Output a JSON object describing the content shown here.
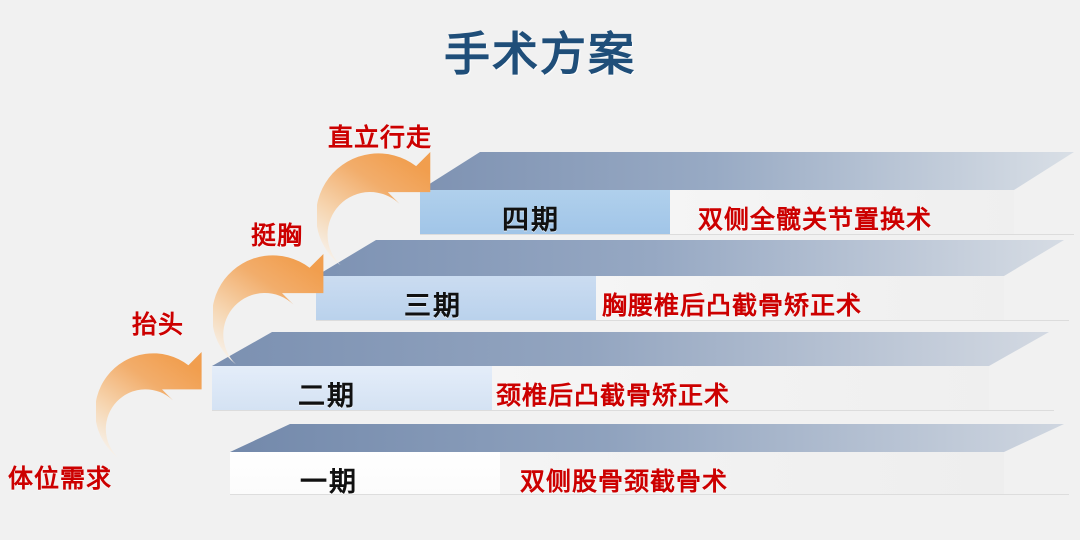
{
  "slide": {
    "title": "手术方案",
    "background_color": "#f1f1f1",
    "title_color": "#1f4e79",
    "accent_red": "#cc0000",
    "arrow_color": "#f0a55a"
  },
  "need_label": "体位需求",
  "steps": [
    {
      "stage": "一期",
      "description": "双侧股骨颈截骨术",
      "front_color": "#ffffff",
      "top_color": "#7e93b3",
      "ext_color": "#f2f2f2"
    },
    {
      "stage": "二期",
      "description": "颈椎后凸截骨矫正术",
      "front_color": "#dce7f5",
      "top_color": "#8096b6",
      "ext_color": "#f2f2f2"
    },
    {
      "stage": "三期",
      "description": "胸腰椎后凸截骨矫正术",
      "front_color": "#c3d7ee",
      "top_color": "#8297b6",
      "ext_color": "#f2f2f2"
    },
    {
      "stage": "四期",
      "description": "双侧全髋关节置换术",
      "front_color": "#a8cbea",
      "top_color": "#8296b4",
      "ext_color": "#f2f2f2"
    }
  ],
  "arrows": [
    {
      "label": "抬头",
      "icon": "curved-arrow-up-right-icon"
    },
    {
      "label": "挺胸",
      "icon": "curved-arrow-up-right-icon"
    },
    {
      "label": "直立行走",
      "icon": "curved-arrow-up-right-icon"
    }
  ],
  "chart_data": {
    "type": "bar",
    "title": "手术方案",
    "categories": [
      "一期",
      "二期",
      "三期",
      "四期"
    ],
    "values": [
      1,
      2,
      3,
      4
    ],
    "labels": [
      "双侧股骨颈截骨术",
      "颈椎后凸截骨矫正术",
      "胸腰椎后凸截骨矫正术",
      "双侧全髋关节置换术"
    ],
    "transitions": [
      "抬头",
      "挺胸",
      "直立行走"
    ],
    "xlabel": "",
    "ylabel": "体位需求",
    "legend": false,
    "grid": false
  }
}
